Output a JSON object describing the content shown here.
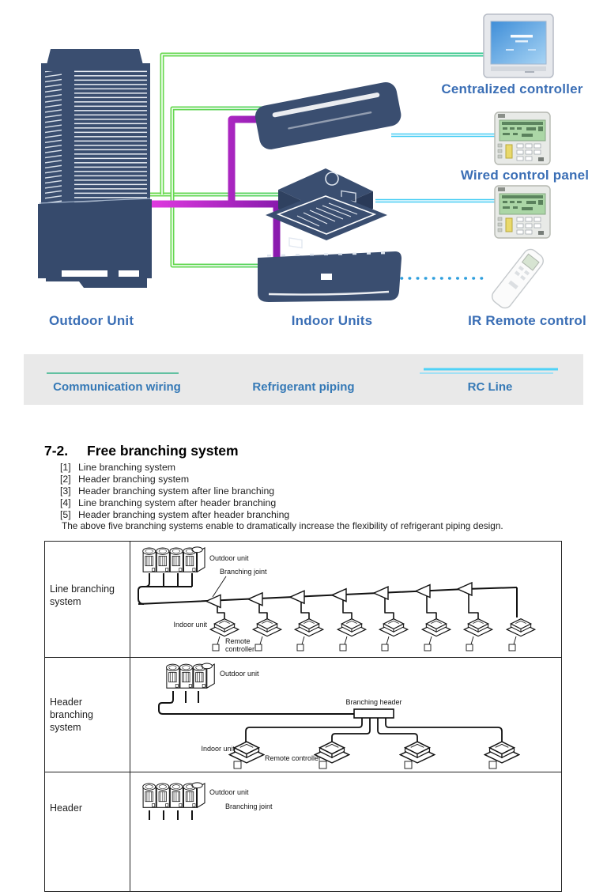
{
  "colors": {
    "unit_navy": "#3a4e70",
    "label_blue": "#3a6eb5",
    "wire_green_start": "#6ada4b",
    "wire_green_end": "#2fc496",
    "pipe_purple_start": "#e03ae0",
    "pipe_purple_end": "#70119f",
    "rc_cyan": "#44ccf4",
    "legend_bg": "#e9e9e9"
  },
  "diagram": {
    "labels": {
      "centralized_controller": "Centralized controller",
      "wired_control_panel": "Wired control panel",
      "outdoor_unit": "Outdoor Unit",
      "indoor_units": "Indoor Units",
      "ir_remote_control": "IR Remote control"
    }
  },
  "legend": {
    "items": [
      {
        "label": "Communication wiring"
      },
      {
        "label": "Refrigerant piping"
      },
      {
        "label": "RC Line"
      }
    ]
  },
  "section": {
    "number": "7-2.",
    "title": "Free branching system",
    "items": [
      {
        "n": "[1]",
        "text": "Line branching system"
      },
      {
        "n": "[2]",
        "text": "Header branching system"
      },
      {
        "n": "[3]",
        "text": "Header branching system after line branching"
      },
      {
        "n": "[4]",
        "text": "Line branching system after header branching"
      },
      {
        "n": "[5]",
        "text": "Header branching system after header branching"
      }
    ],
    "note": "The above five branching systems enable to dramatically increase the flexibility of refrigerant piping design."
  },
  "table": {
    "rows": [
      {
        "label": "Line branching system",
        "diagram": {
          "outdoor_label": "Outdoor unit",
          "joint_label": "Branching joint",
          "indoor_label": "Indoor unit",
          "remote_label_line1": "Remote",
          "remote_label_line2": "controller",
          "indoor_unit_count": 8
        }
      },
      {
        "label": "Header branching system",
        "diagram": {
          "outdoor_label": "Outdoor unit",
          "header_label": "Branching header",
          "indoor_label": "Indoor unit",
          "remote_label": "Remote controller",
          "indoor_unit_count": 4
        }
      },
      {
        "label": "Header",
        "diagram": {
          "outdoor_label": "Outdoor unit",
          "joint_label": "Branching joint"
        }
      }
    ]
  }
}
